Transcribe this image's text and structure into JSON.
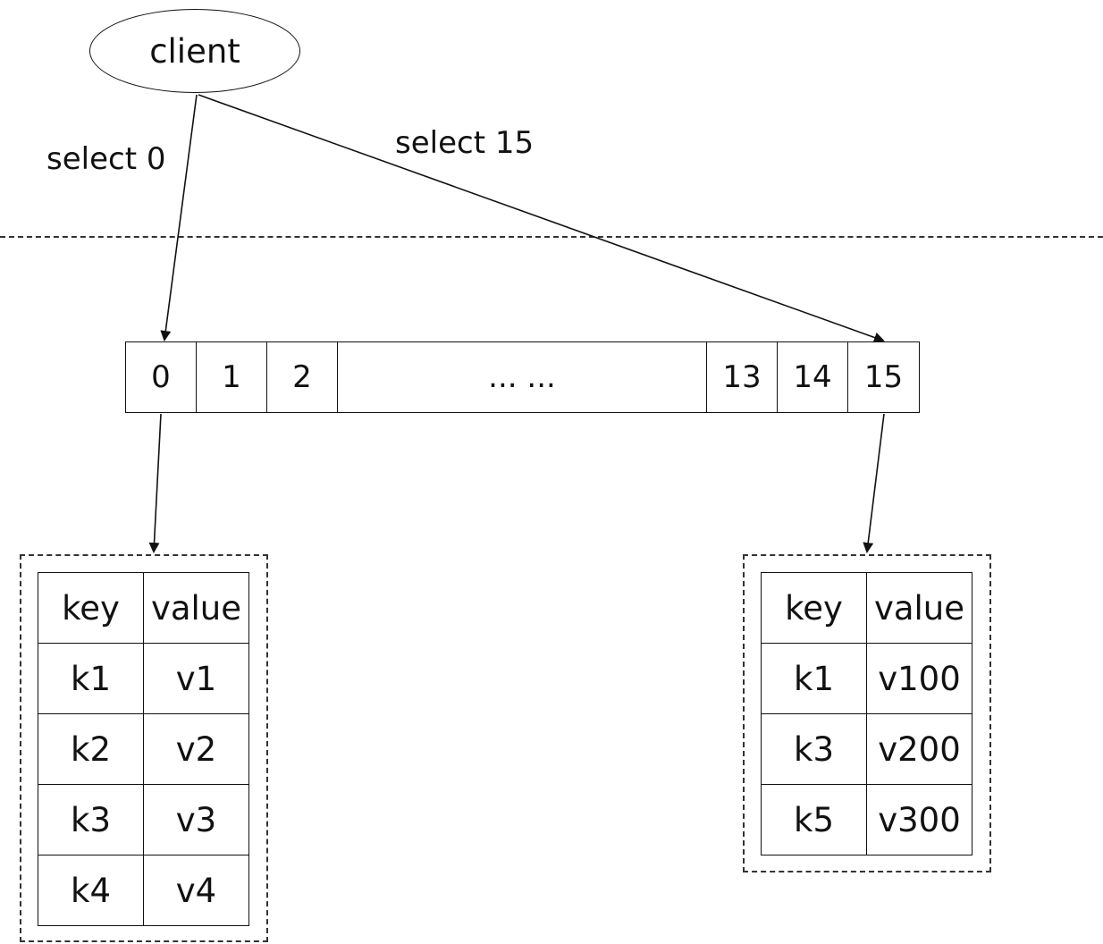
{
  "client": {
    "label": "client"
  },
  "arrows": {
    "select_0": "select 0",
    "select_15": "select 15"
  },
  "databases": [
    "0",
    "1",
    "2",
    "... ...",
    "13",
    "14",
    "15"
  ],
  "db0_table": {
    "headers": [
      "key",
      "value"
    ],
    "rows": [
      [
        "k1",
        "v1"
      ],
      [
        "k2",
        "v2"
      ],
      [
        "k3",
        "v3"
      ],
      [
        "k4",
        "v4"
      ]
    ]
  },
  "db15_table": {
    "headers": [
      "key",
      "value"
    ],
    "rows": [
      [
        "k1",
        "v100"
      ],
      [
        "k3",
        "v200"
      ],
      [
        "k5",
        "v300"
      ]
    ]
  }
}
